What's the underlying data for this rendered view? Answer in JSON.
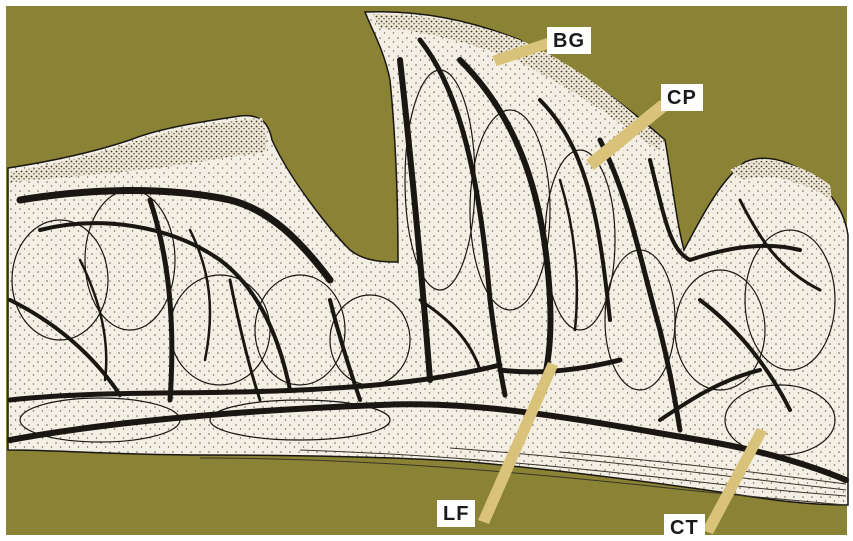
{
  "figure": {
    "colors": {
      "background": "#8a8234",
      "tissue": "#f4efe4",
      "vessels": "#1a1612",
      "pointers": "#d9c27a"
    },
    "labels": [
      {
        "id": "BG",
        "text": "BG"
      },
      {
        "id": "CP",
        "text": "CP"
      },
      {
        "id": "LF",
        "text": "LF"
      },
      {
        "id": "CT",
        "text": "CT"
      }
    ]
  }
}
